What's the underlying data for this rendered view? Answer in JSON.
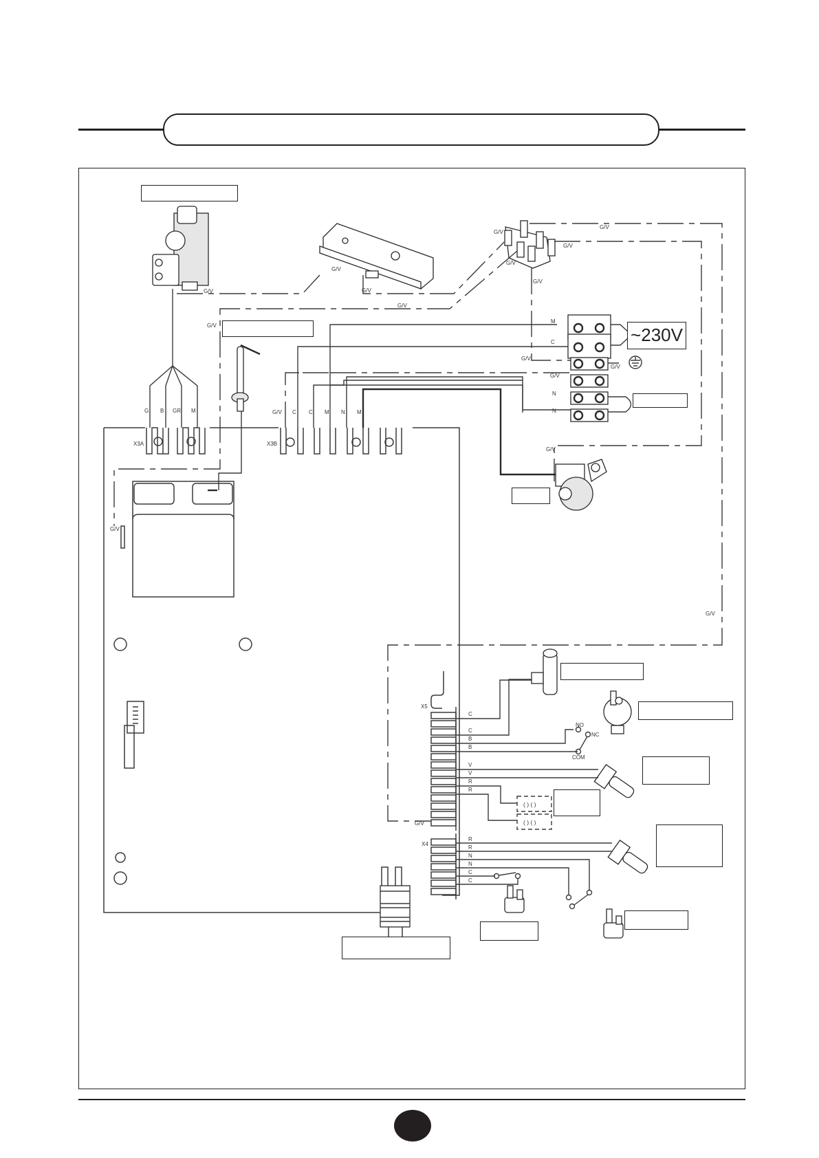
{
  "page": {
    "title_banner": "",
    "page_number": ""
  },
  "diagram": {
    "supply_label": "~230V",
    "callouts": {
      "gas_valve": "",
      "ignition_electrode": "",
      "mains_jumper": "",
      "pump": "",
      "flow_switch": "",
      "pressure_switch": "",
      "dhw_sensor": "",
      "modulation_coil": "",
      "heating_sensor": "",
      "limit_thermostat": "",
      "flue_thermostat": "",
      "connector_plug": ""
    },
    "connectors": {
      "x3a": "X3A",
      "x3b": "X3B",
      "x5": "X5",
      "x4": "X4"
    },
    "x3a_wires": [
      "G",
      "B",
      "GR",
      "M"
    ],
    "x3b_wires": [
      "G/V",
      "C",
      "C",
      "M",
      "N",
      "M"
    ],
    "terminal_block_wires": [
      "M",
      "C",
      "G/V",
      "G/V",
      "N",
      "N"
    ],
    "x5_wires": [
      "C",
      "C",
      "B",
      "B",
      "V",
      "V",
      "R",
      "R"
    ],
    "x4_wires": [
      "R",
      "R",
      "N",
      "N",
      "C",
      "C"
    ],
    "switch_contacts": {
      "no": "NO",
      "nc": "NC",
      "com": "COM"
    },
    "earth_label": "G/V"
  }
}
